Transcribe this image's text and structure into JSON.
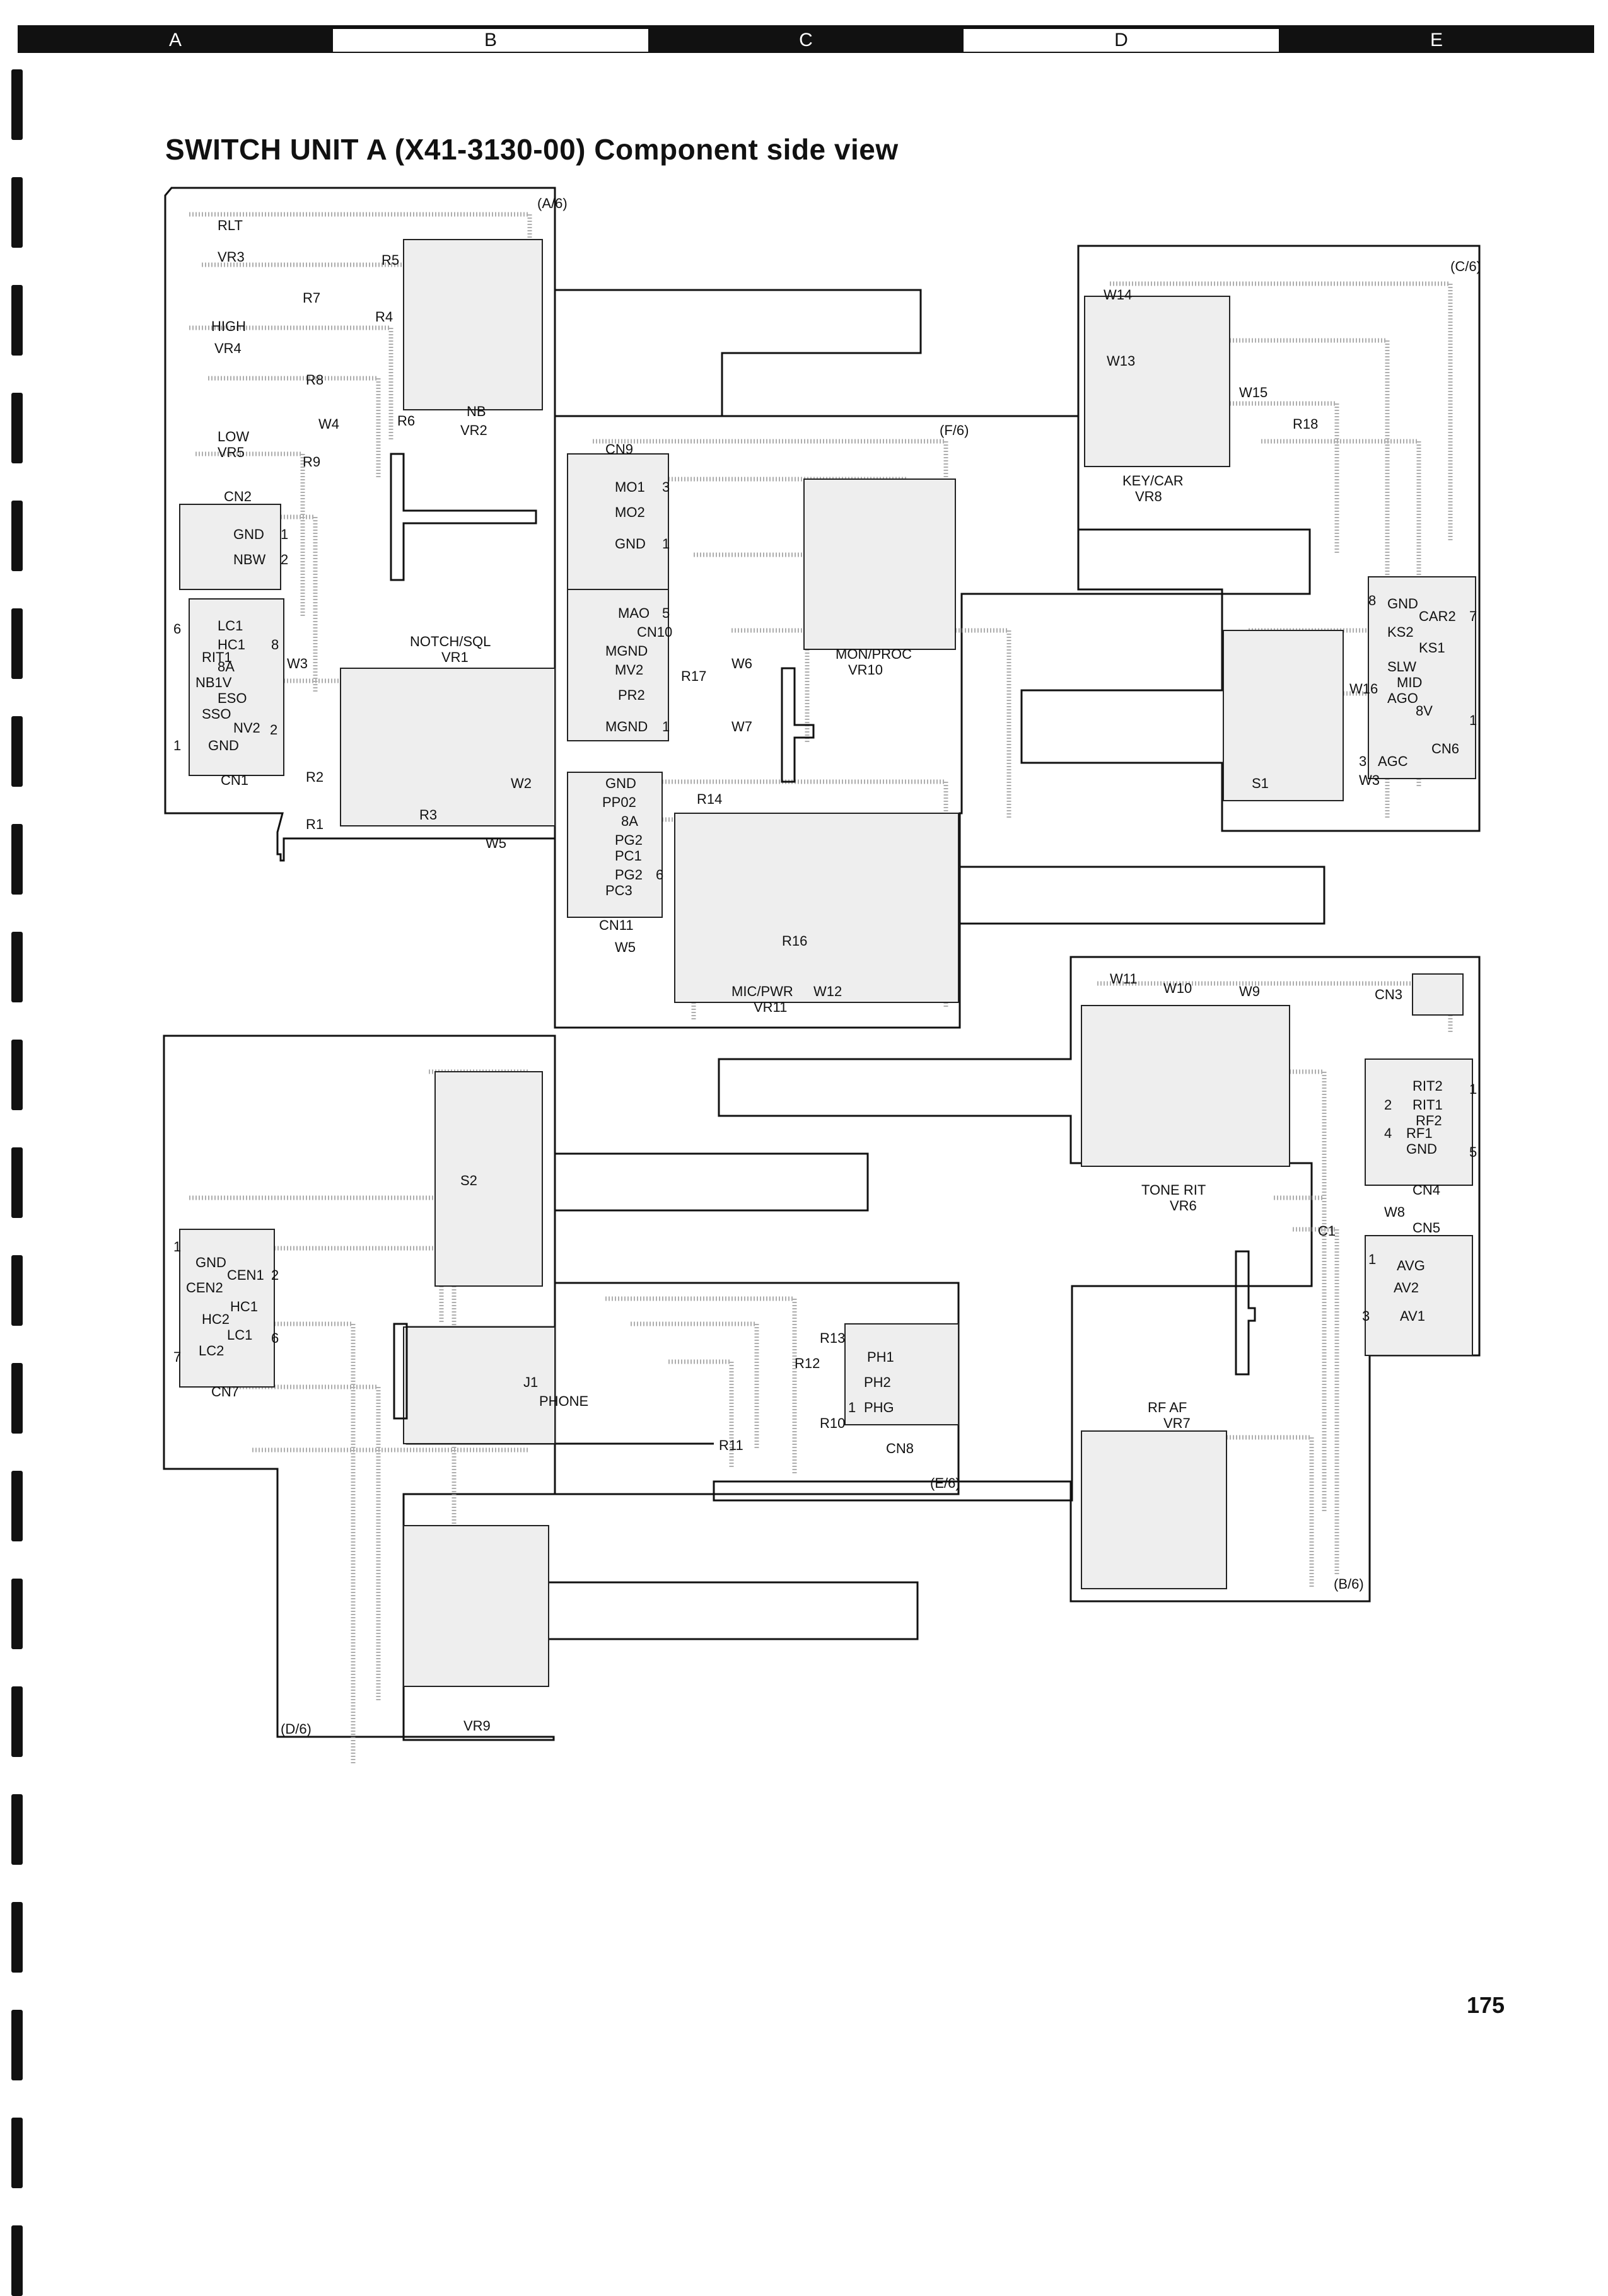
{
  "zone_bar": {
    "labels": [
      "A",
      "B",
      "C",
      "D",
      "E"
    ]
  },
  "header": {
    "title": "SWITCH UNIT A (X41-3130-00) Component side view"
  },
  "page_number": "175",
  "labels": {
    "a6": "(A/6)",
    "c6": "(C/6)",
    "f6": "(F/6)",
    "e6": "(E/6)",
    "b6": "(B/6)",
    "d6": "(D/6)",
    "rlt": "RLT",
    "vr3": "VR3",
    "high": "HIGH",
    "vr4": "VR4",
    "low": "LOW",
    "vr5": "VR5",
    "r7": "R7",
    "r8": "R8",
    "r9": "R9",
    "w4": "W4",
    "r5": "R5",
    "r4": "R4",
    "r6": "R6",
    "vr2": "VR2",
    "nb": "NB",
    "cn2": "CN2",
    "cn2_gnd": "GND",
    "cn2_nbw": "NBW",
    "cn2_pin1": "1",
    "cn2_pin2": "2",
    "vr1": "VR1",
    "notch_sql": "NOTCH/SQL",
    "cn1_pin6": "6",
    "cn1_pin1": "1",
    "lc1": "LC1",
    "hc1": "HC1",
    "rit1": "RIT1",
    "ba": "8A",
    "nb1v": "NB1V",
    "eso": "ESO",
    "sso": "SSO",
    "nv2": "NV2",
    "cn1_gnd": "GND",
    "cn1": "CN1",
    "cn1_pin8": "8",
    "cn1_pin2": "2",
    "w3": "W3",
    "w2": "W2",
    "r2": "R2",
    "r1": "R1",
    "r3": "R3",
    "w5a": "W5",
    "cn9": "CN9",
    "mo1": "MO1",
    "mo2": "MO2",
    "cn9_gnd": "GND",
    "cn9_pin3": "3",
    "cn9_pin1": "1",
    "vr10": "VR10",
    "mon_proc": "MON/PROC",
    "cn10": "CN10",
    "mao": "MAO",
    "mgnd": "MGND",
    "mv2": "MV2",
    "pr2": "PR2",
    "mgnd2": "MGND",
    "cn10_pin5": "5",
    "cn10_pin1": "1",
    "r17": "R17",
    "w6": "W6",
    "w7": "W7",
    "cn11_gnd": "GND",
    "pp02": "PP02",
    "ba2": "8A",
    "pg2": "PG2",
    "pc1": "PC1",
    "pg2b": "PG2",
    "pc3": "PC3",
    "cn11": "CN11",
    "cn11_pin6": "6",
    "w5b": "W5",
    "r14": "R14",
    "r16": "R16",
    "vr11": "VR11",
    "mic_pwr": "MIC/PWR",
    "w12": "W12",
    "w14": "W14",
    "w13": "W13",
    "w15": "W15",
    "r18": "R18",
    "vr8": "VR8",
    "key_car": "KEY/CAR",
    "cn6_pin8": "8",
    "cn6_pin7": "7",
    "car2": "CAR2",
    "cn6_gnd": "GND",
    "ks2": "KS2",
    "ks1": "KS1",
    "slw": "SLW",
    "mid": "MID",
    "ago": "AGO",
    "v8": "8V",
    "w16": "W16",
    "s1": "S1",
    "agc": "AGC",
    "cn6_pin3": "3",
    "w3b": "W3",
    "cn6": "CN6",
    "cn6_pin1": "1",
    "w11": "W11",
    "w10": "W10",
    "w9": "W9",
    "cn3": "CN3",
    "vr6": "VR6",
    "tone_rit": "TONE RIT",
    "cn4_pin1": "1",
    "rit2": "RIT2",
    "rit1b": "RIT1",
    "rf2": "RF2",
    "rf1": "RF1",
    "cn4_gnd": "GND",
    "cn4_pin2": "2",
    "cn4_pin4": "4",
    "cn4_pin5": "5",
    "cn4": "CN4",
    "c1": "C1",
    "w8": "W8",
    "cn5": "CN5",
    "avg": "AVG",
    "av2": "AV2",
    "av1": "AV1",
    "cn5_pin1": "1",
    "cn5_pin3": "3",
    "vr7": "VR7",
    "rf_af": "RF AF",
    "s2": "S2",
    "cn7_pin1": "1",
    "cn7_gnd": "GND",
    "cen1": "CEN1",
    "cen2": "CEN2",
    "hc1b": "HC1",
    "hc2": "HC2",
    "lc1b": "LC1",
    "lc2": "LC2",
    "cn7_pin2": "2",
    "cn7_pin6": "6",
    "cn7_pin7": "7",
    "cn7": "CN7",
    "j1": "J1",
    "phone": "PHONE",
    "r12": "R12",
    "r13": "R13",
    "r10": "R10",
    "r11": "R11",
    "ph1": "PH1",
    "ph2": "PH2",
    "phg": "PHG",
    "cn8": "CN8",
    "cn8_pin1": "1",
    "vr9": "VR9"
  },
  "colors": {
    "ink": "#111111",
    "trace": "#9a9a9a",
    "bar": "#111111",
    "paper": "#ffffff"
  }
}
